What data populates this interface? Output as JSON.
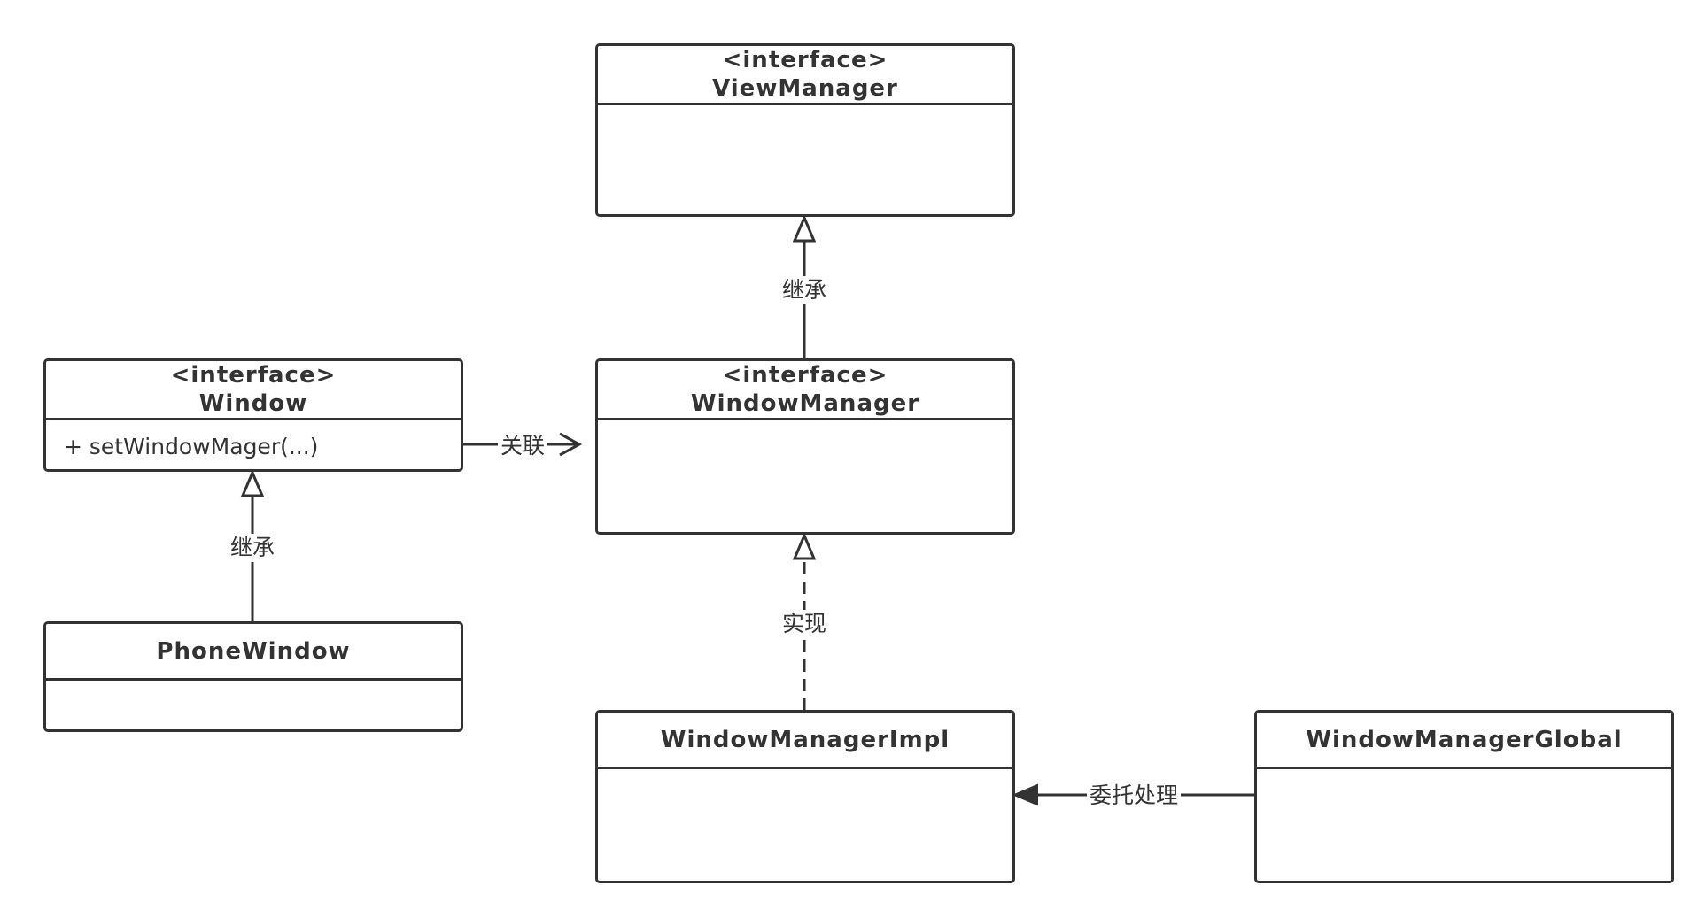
{
  "classes": {
    "view_manager": {
      "stereotype": "<interface>",
      "name": "ViewManager"
    },
    "window": {
      "stereotype": "<interface>",
      "name": "Window",
      "members": [
        "+ setWindowMager(...)"
      ]
    },
    "window_manager": {
      "stereotype": "<interface>",
      "name": "WindowManager"
    },
    "phone_window": {
      "name": "PhoneWindow"
    },
    "window_manager_impl": {
      "name": "WindowManagerImpl"
    },
    "window_manager_global": {
      "name": "WindowManagerGlobal"
    }
  },
  "relations": {
    "wm_extends_vm": "继承",
    "phone_extends_window": "继承",
    "window_assoc_wm": "关联",
    "impl_implements_wm": "实现",
    "global_delegates_impl": "委托处理"
  },
  "colors": {
    "line": "#333333",
    "background": "#ffffff"
  }
}
